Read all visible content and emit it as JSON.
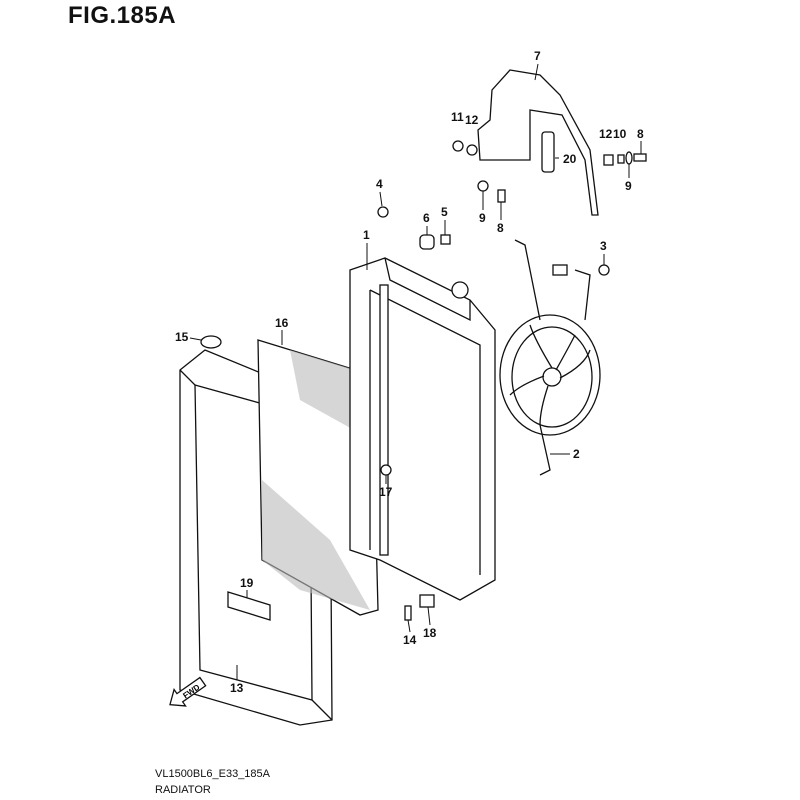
{
  "title": "FIG.185A",
  "footer": {
    "code": "VL1500BL6_E33_185A",
    "name": "RADIATOR"
  },
  "fwd_label": "FWD",
  "callouts": {
    "c1": "1",
    "c2": "2",
    "c3": "3",
    "c4": "4",
    "c5": "5",
    "c6": "6",
    "c7": "7",
    "c8a": "8",
    "c8b": "8",
    "c9a": "9",
    "c9b": "9",
    "c10": "10",
    "c11": "11",
    "c12a": "12",
    "c12b": "12",
    "c13": "13",
    "c14": "14",
    "c15": "15",
    "c16": "16",
    "c17": "17",
    "c18": "18",
    "c19": "19",
    "c20": "20"
  }
}
